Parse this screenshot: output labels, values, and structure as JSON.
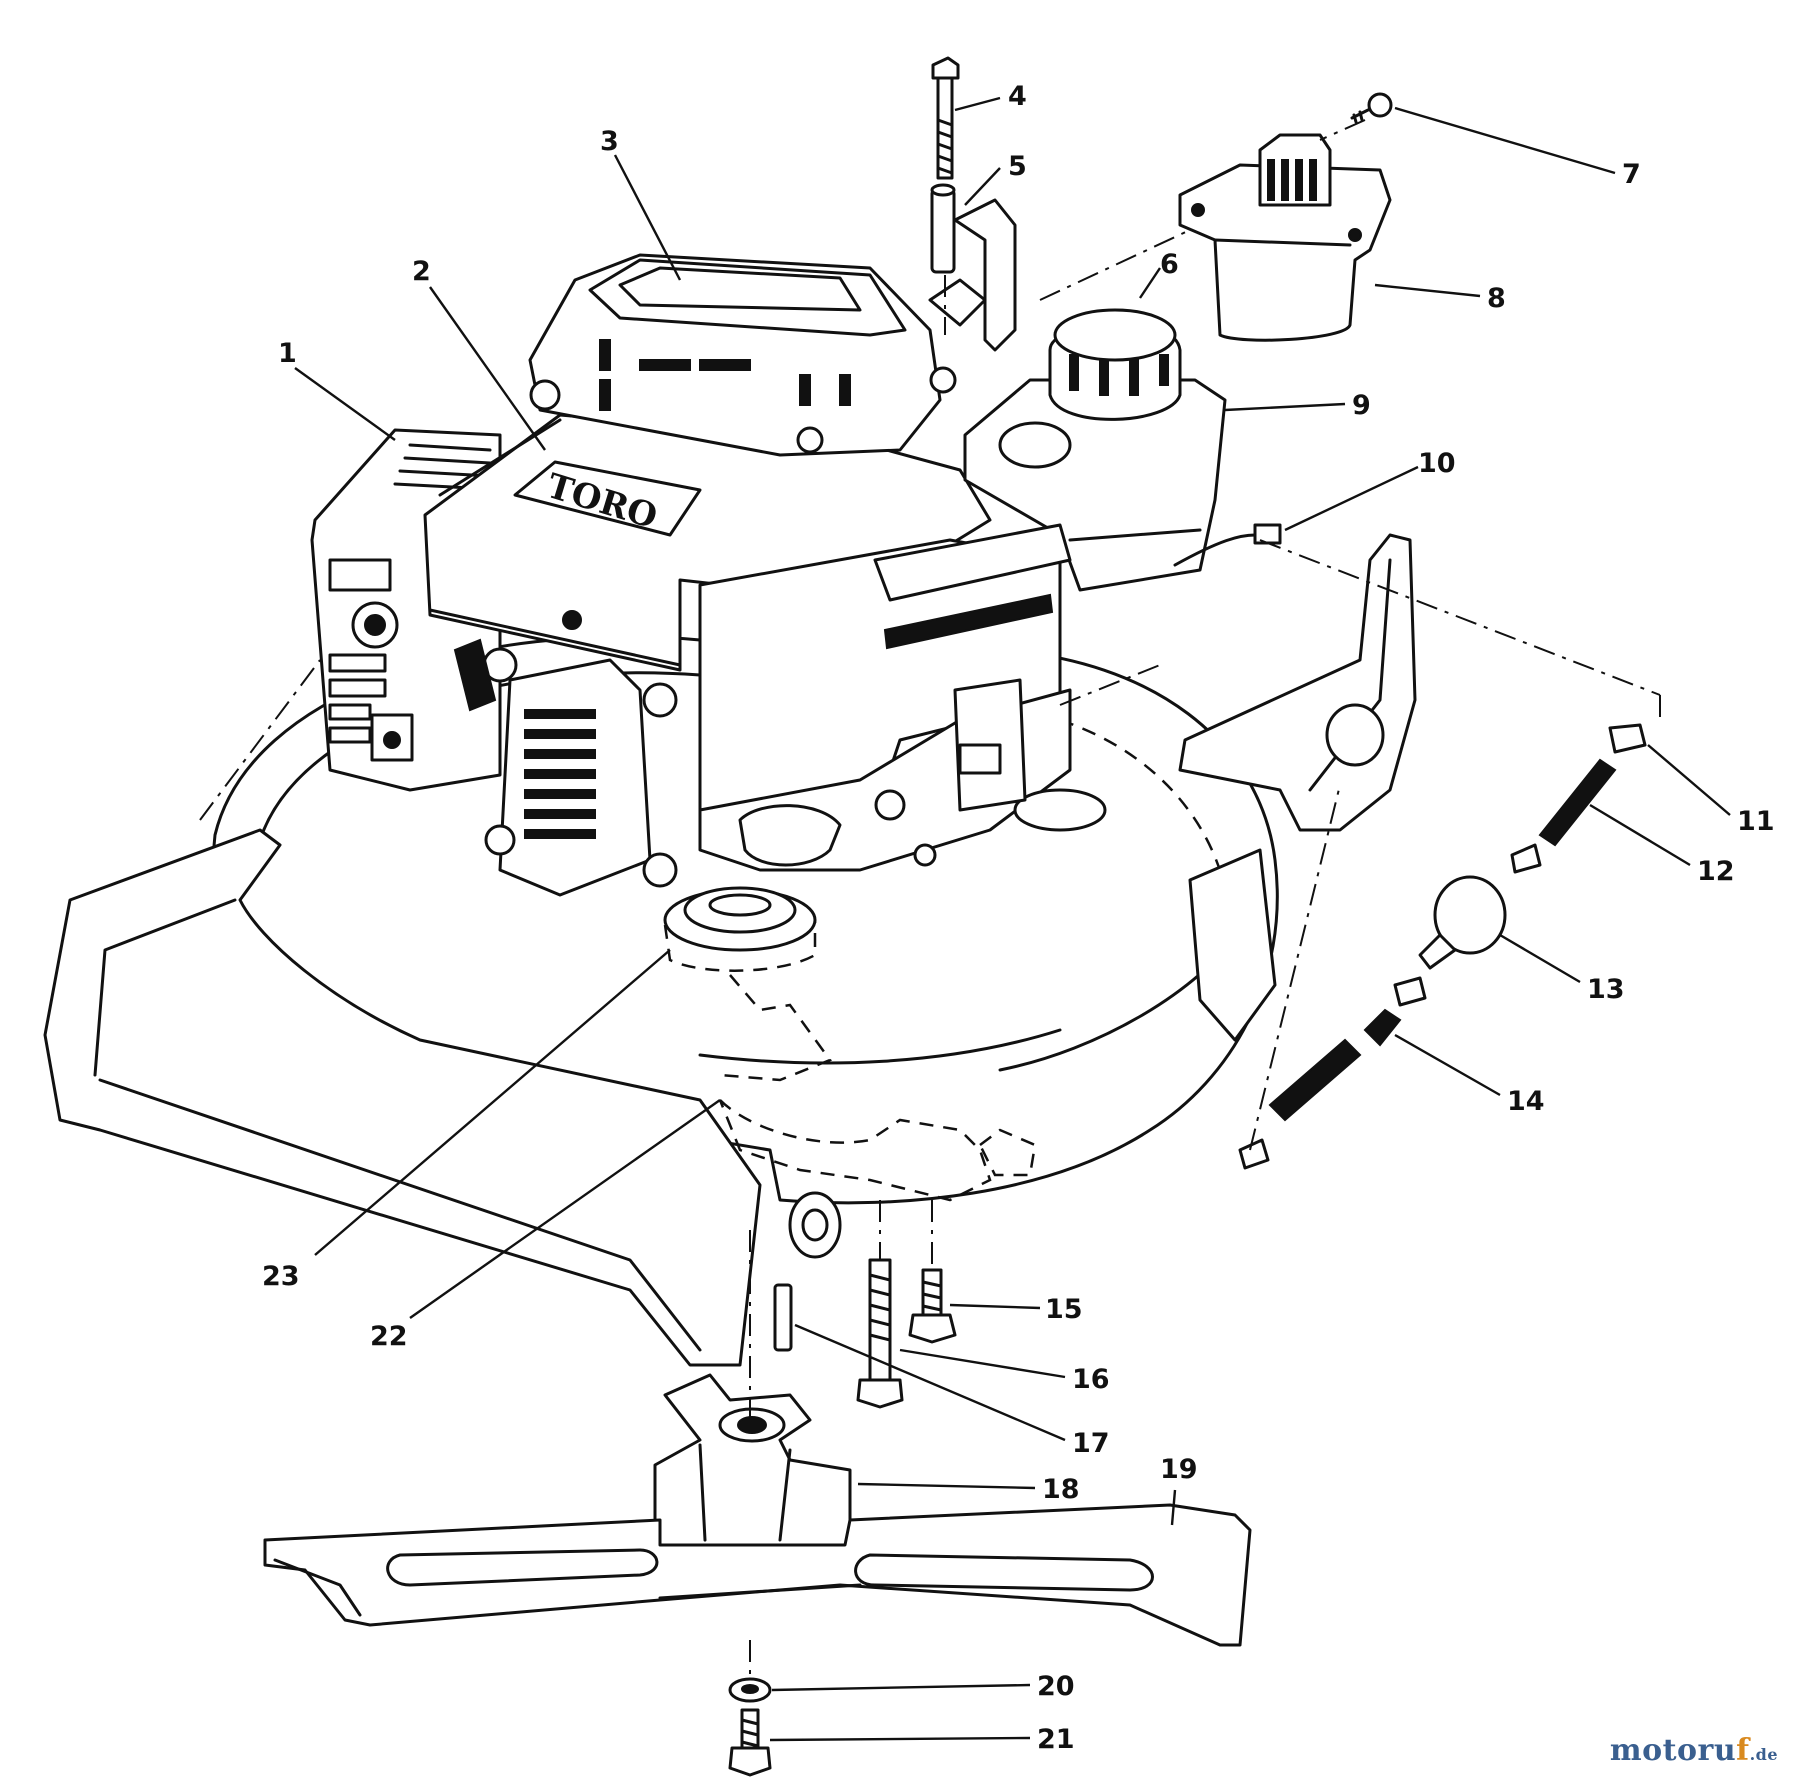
{
  "engine_label": "TORO",
  "callouts": [
    "1",
    "2",
    "3",
    "4",
    "5",
    "6",
    "7",
    "8",
    "9",
    "10",
    "11",
    "12",
    "13",
    "14",
    "15",
    "16",
    "17",
    "18",
    "19",
    "20",
    "21",
    "22",
    "23"
  ],
  "watermark": {
    "part1": "motoru",
    "part2": "f",
    "part3": ".de"
  },
  "colors": {
    "line": "#111111",
    "background": "#ffffff",
    "watermark_blue": "#3a5f8f",
    "watermark_orange": "#d98a1f"
  }
}
